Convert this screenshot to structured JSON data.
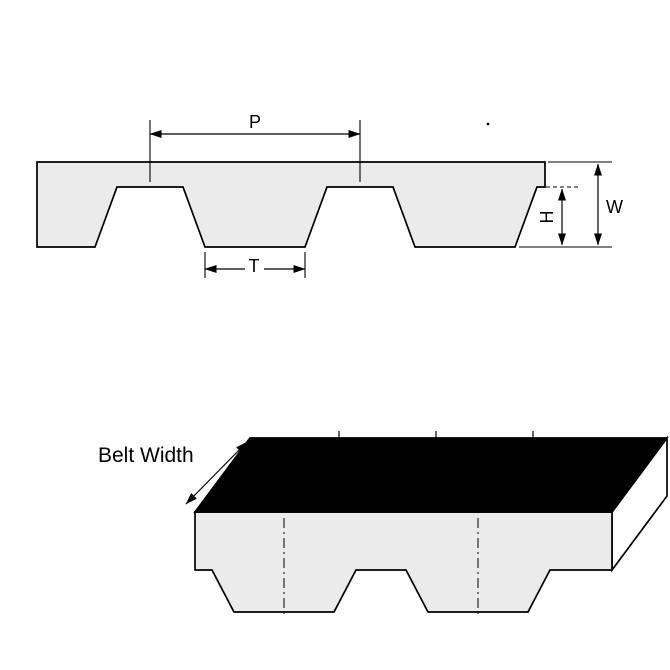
{
  "labels": {
    "pitch": "P",
    "tooth_width": "T",
    "belt_thickness": "W",
    "tooth_height": "H",
    "belt_width": "Belt Width"
  },
  "colors": {
    "line": "#000000",
    "belt_fill": "#ebebeb",
    "top_face": "#000000",
    "end_face": "#ffffff",
    "background": "#ffffff"
  }
}
